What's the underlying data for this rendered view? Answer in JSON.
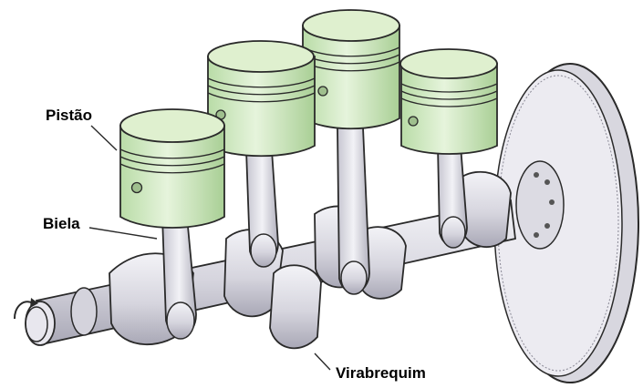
{
  "labels": {
    "piston": "Pistão",
    "rod": "Biela",
    "crankshaft": "Virabrequim"
  },
  "colors": {
    "piston_fill": "#cfe8c0",
    "piston_top": "#dff0cf",
    "metal": "#e4e3ea",
    "metal_shade": "#bdbcc8",
    "outline": "#2a2a2a",
    "flywheel": "#e9e8ee"
  },
  "cylinders": 4
}
